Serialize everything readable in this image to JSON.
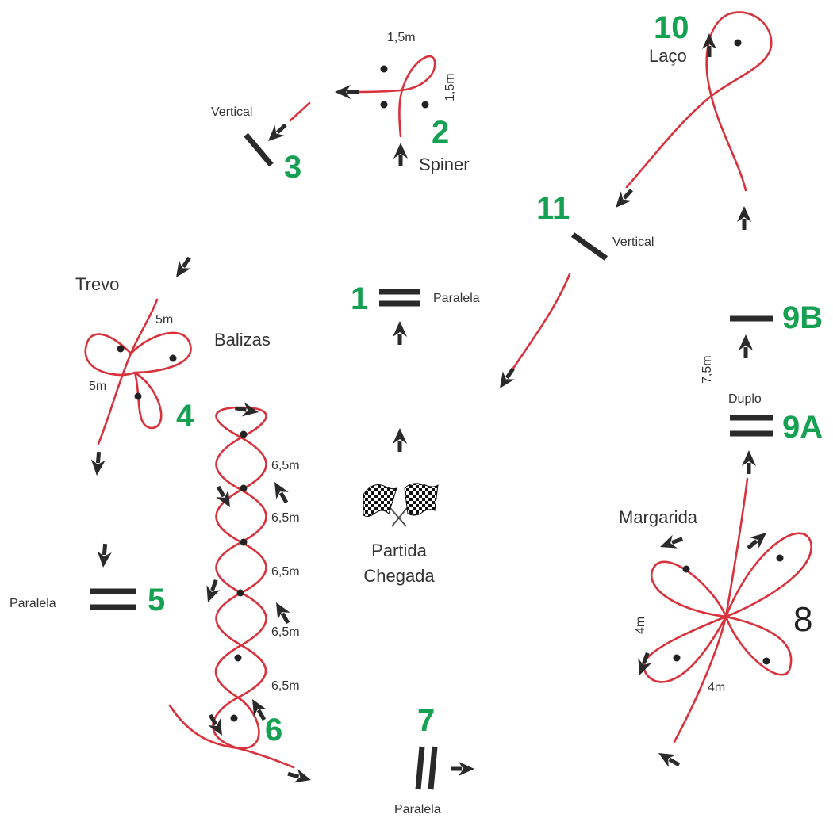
{
  "obstacles": {
    "o1": {
      "number": "1",
      "label": "Paralela"
    },
    "o2": {
      "number": "2",
      "label": "Spiner",
      "dim_top": "1,5m",
      "dim_side": "1,5m"
    },
    "o3": {
      "number": "3",
      "label": "Vertical"
    },
    "o4": {
      "number": "4",
      "label_title": "Trevo",
      "label_sub": "Balizas",
      "dim_a": "5m",
      "dim_b": "5m"
    },
    "o5": {
      "number": "5",
      "label": "Paralela"
    },
    "o6": {
      "number": "6",
      "dims": [
        "6,5m",
        "6,5m",
        "6,5m",
        "6,5m",
        "6,5m"
      ]
    },
    "o7": {
      "number": "7",
      "label": "Paralela"
    },
    "o8": {
      "number": "8",
      "label": "Margarida",
      "dim_a": "4m",
      "dim_b": "4m"
    },
    "o9a": {
      "number": "9A",
      "label": "Duplo"
    },
    "o9b": {
      "number": "9B",
      "dim": "7,5m"
    },
    "o10": {
      "number": "10",
      "label": "Laço"
    },
    "o11": {
      "number": "11",
      "label": "Vertical"
    }
  },
  "start": {
    "line1": "Partida",
    "line2": "Chegada"
  },
  "colors": {
    "path": "#d8323c",
    "number": "#16a152",
    "gate": "#2a2a2a"
  },
  "icons": [
    "checkered-flags-icon",
    "arrow-icon"
  ]
}
